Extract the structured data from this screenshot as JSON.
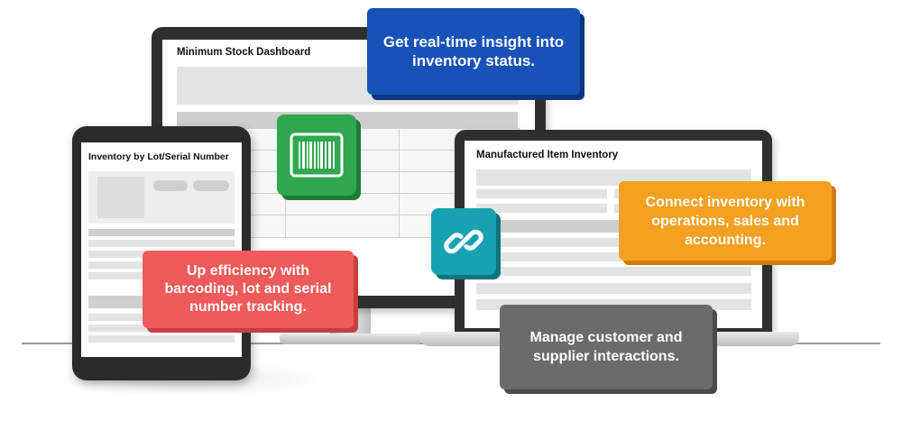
{
  "desktop": {
    "title": "Minimum Stock Dashboard"
  },
  "tablet": {
    "title": "Inventory by Lot/Serial Number"
  },
  "laptop": {
    "title": "Manufactured Item Inventory"
  },
  "callouts": {
    "insight": "Get real-time insight into inventory status.",
    "connect": "Connect inventory with operations, sales and accounting.",
    "efficiency": "Up efficiency with barcoding, lot and serial number tracking.",
    "manage": "Manage customer and supplier interactions."
  },
  "icons": {
    "barcode": "barcode-icon",
    "link": "link-icon"
  },
  "colors": {
    "blue": "#1652b8",
    "orange": "#f5a020",
    "red": "#f05a5b",
    "gray": "#6b6b6b",
    "green": "#2fa84f",
    "teal": "#16a2b0"
  }
}
